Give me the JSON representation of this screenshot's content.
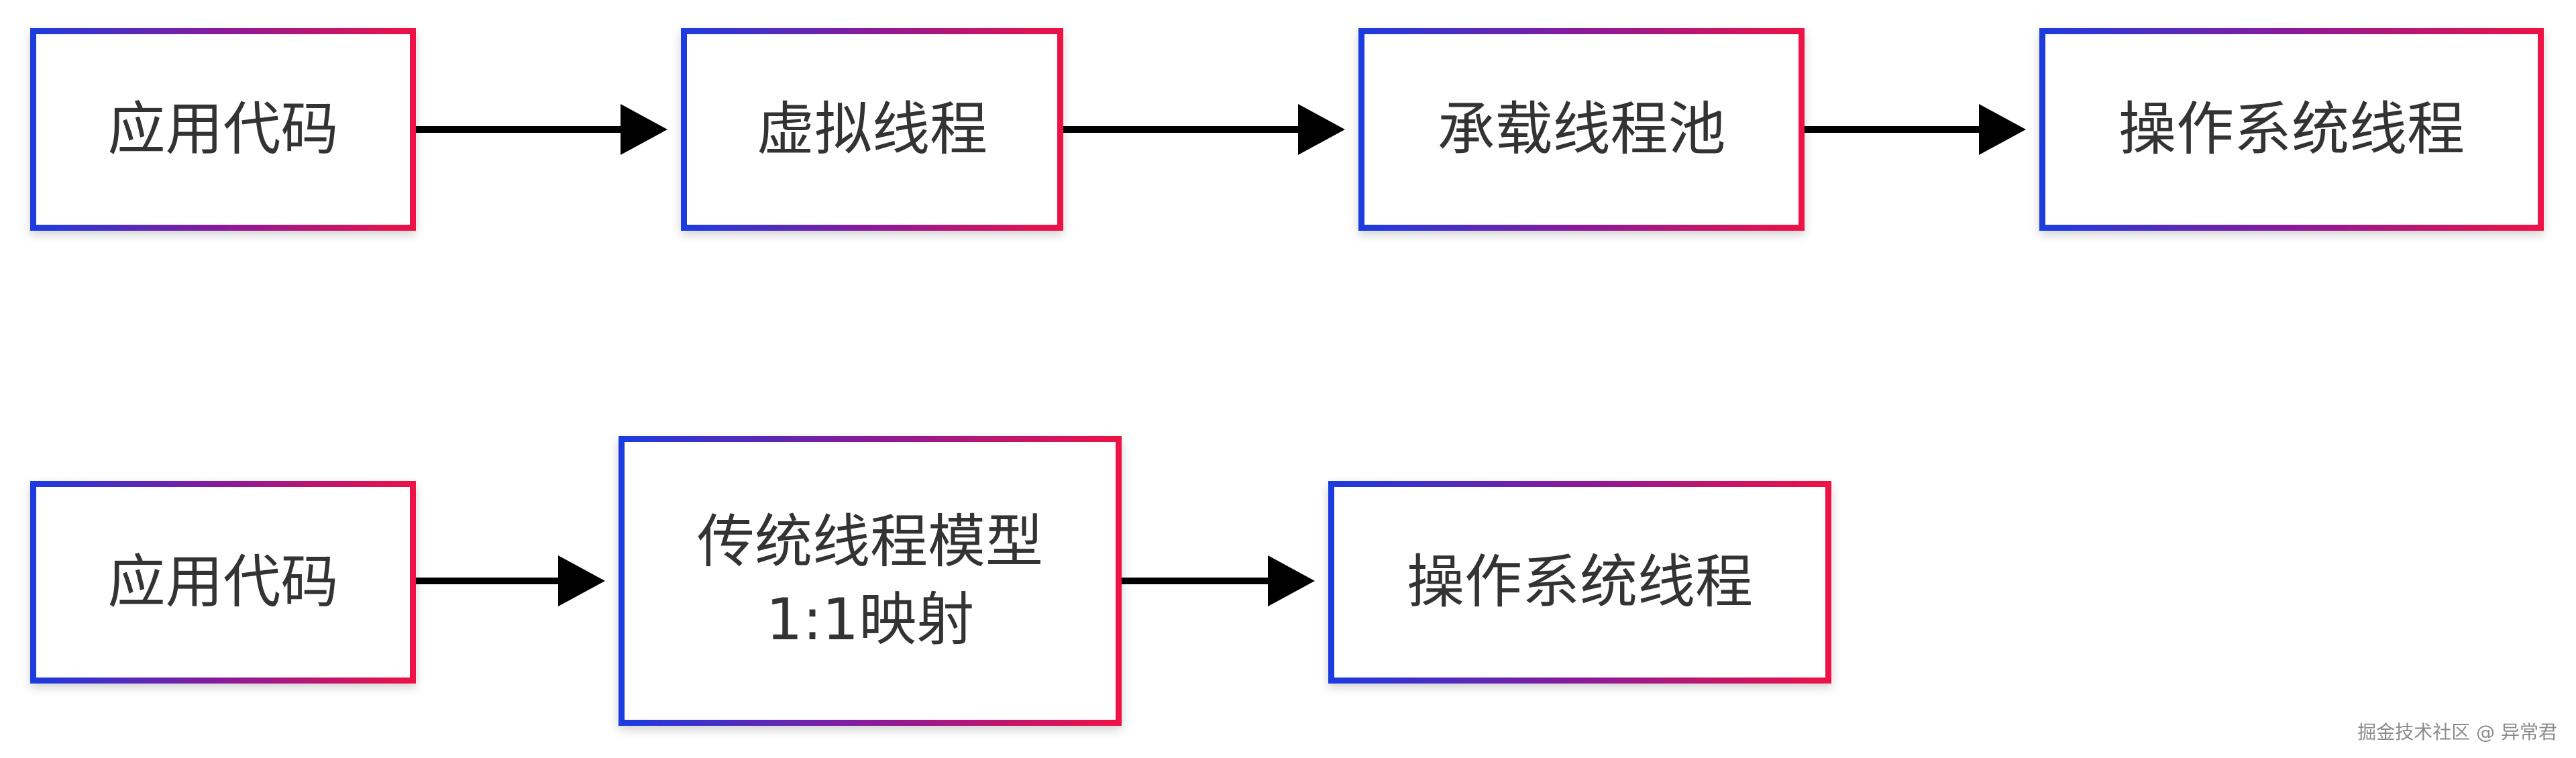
{
  "diagram": {
    "row1": {
      "nodes": [
        {
          "label": "应用代码"
        },
        {
          "label": "虚拟线程"
        },
        {
          "label": "承载线程池"
        },
        {
          "label": "操作系统线程"
        }
      ]
    },
    "row2": {
      "nodes": [
        {
          "label": "应用代码"
        },
        {
          "label_line1": "传统线程模型",
          "label_line2": "1:1映射"
        },
        {
          "label": "操作系统线程"
        }
      ]
    }
  },
  "colors": {
    "gradient_start": "#1a3ce0",
    "gradient_end": "#ef1245",
    "arrow": "#000000",
    "text": "#333333"
  },
  "watermark": "掘金技术社区 @ 异常君"
}
